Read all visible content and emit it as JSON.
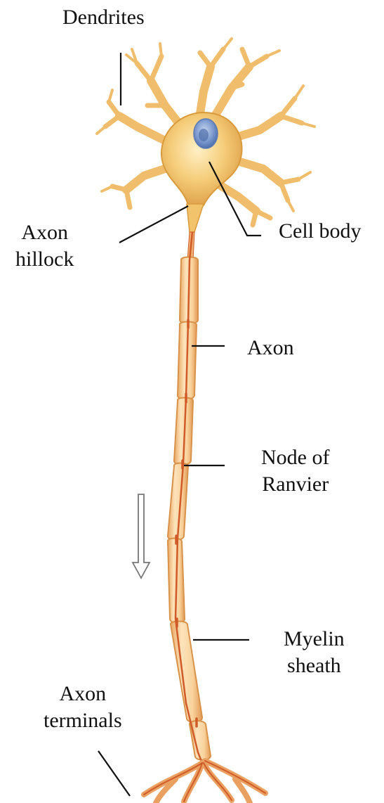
{
  "labels": {
    "dendrites": "Dendrites",
    "cell_body": "Cell body",
    "axon_hillock": [
      "Axon",
      "hillock"
    ],
    "axon": "Axon",
    "node_of_ranvier": [
      "Node of",
      "Ranvier"
    ],
    "myelin_sheath": [
      "Myelin",
      "sheath"
    ],
    "axon_terminals": [
      "Axon",
      "terminals"
    ]
  },
  "colors": {
    "cell": "#f2c36b",
    "cell_edge": "#d99a3c",
    "myelin": "#fad9a8",
    "myelin_edge": "#d9924a",
    "axon_core": "#d05a28",
    "nucleus": "#6f8fc6",
    "leader": "#111111",
    "arrow": "#777777"
  },
  "icons": {
    "direction_arrow": "down-arrow-icon"
  }
}
